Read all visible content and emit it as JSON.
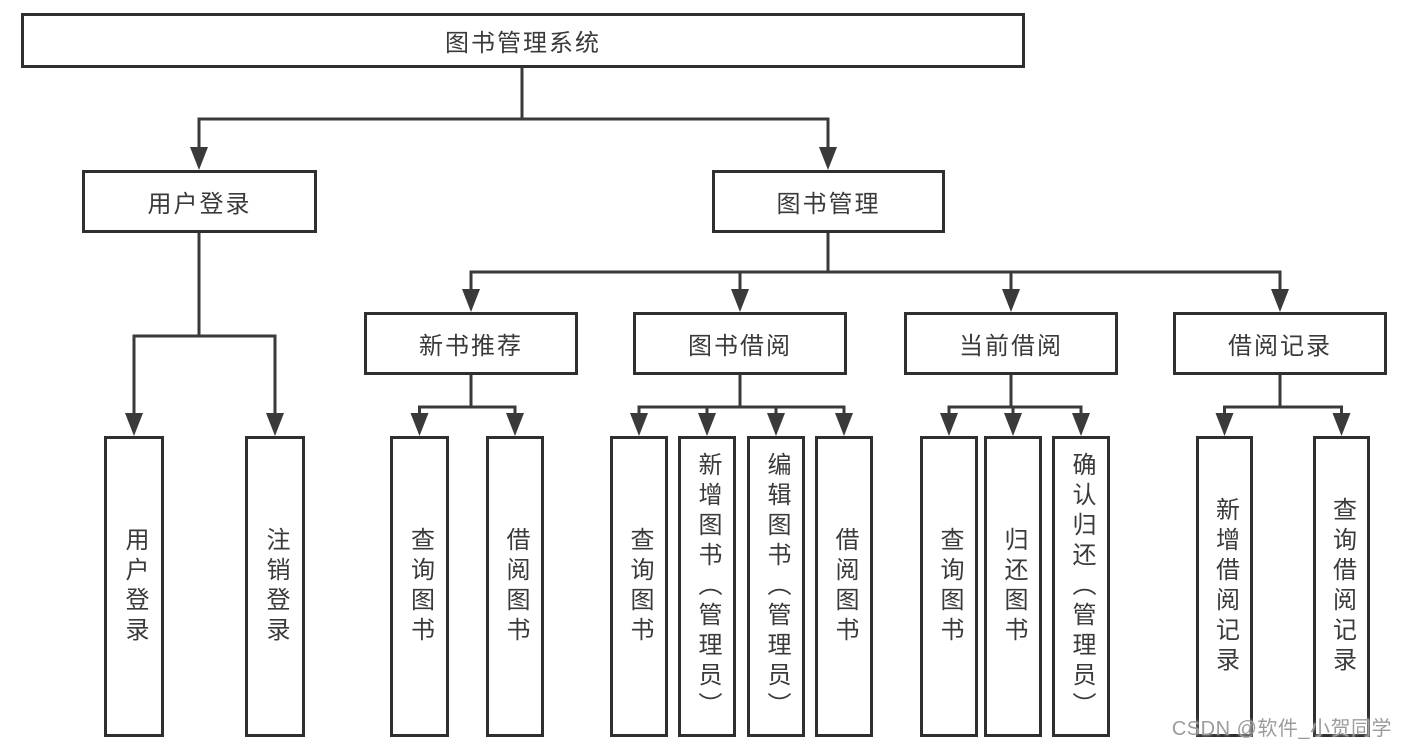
{
  "diagram": {
    "title": "图书管理系统",
    "nodes": {
      "root": "图书管理系统",
      "user_login": "用户登录",
      "book_mgmt": "图书管理",
      "new_book_rec": "新书推荐",
      "book_borrow": "图书借阅",
      "current_borrow": "当前借阅",
      "borrow_records": "借阅记录",
      "leaf_user_login": "用户登录",
      "leaf_logout": "注销登录",
      "rec_query_book": "查询图书",
      "rec_borrow_book": "借阅图书",
      "bb_query_book": "查询图书",
      "bb_add_book": "新增图书（管理员）",
      "bb_edit_book": "编辑图书（管理员）",
      "bb_borrow_book": "借阅图书",
      "cb_query_book": "查询图书",
      "cb_return_book": "归还图书",
      "cb_confirm_return": "确认归还（管理员）",
      "br_add_record": "新增借阅记录",
      "br_query_record": "查询借阅记录"
    },
    "watermark": "CSDN @软件_小贺同学",
    "colors": {
      "line": "#3a3a3a",
      "box_border": "#2f2f2f",
      "box_fill": "#ffffff",
      "text": "#3a3a3a",
      "watermark": "#9c9c9c",
      "background": "#ffffff"
    }
  }
}
